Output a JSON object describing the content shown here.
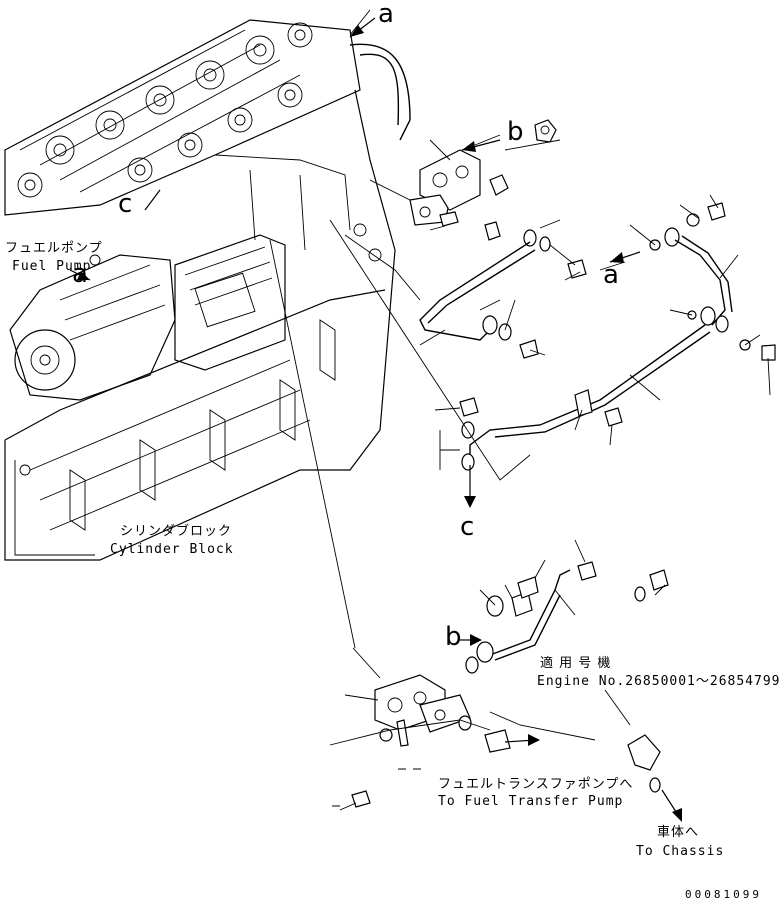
{
  "labels": {
    "fuel_pump_jp": "フュエルポンプ",
    "fuel_pump_en": "Fuel Pump",
    "cylinder_block_jp": "シリンダブロック",
    "cylinder_block_en": "Cylinder Block",
    "applicable_serial_jp": "適 用 号 機",
    "engine_no": "Engine No.26850001～26854799",
    "to_transfer_pump_jp": "フュエルトランスファポンプへ",
    "to_transfer_pump_en": "To Fuel Transfer Pump",
    "to_chassis_jp": "車体へ",
    "to_chassis_en": "To Chassis",
    "drawing_number": "00081099"
  },
  "callouts": {
    "a_top": "a",
    "a_mid": "a",
    "a_left": "a",
    "b_top": "b",
    "b_lower": "b",
    "c_left": "c",
    "c_lower": "c"
  }
}
